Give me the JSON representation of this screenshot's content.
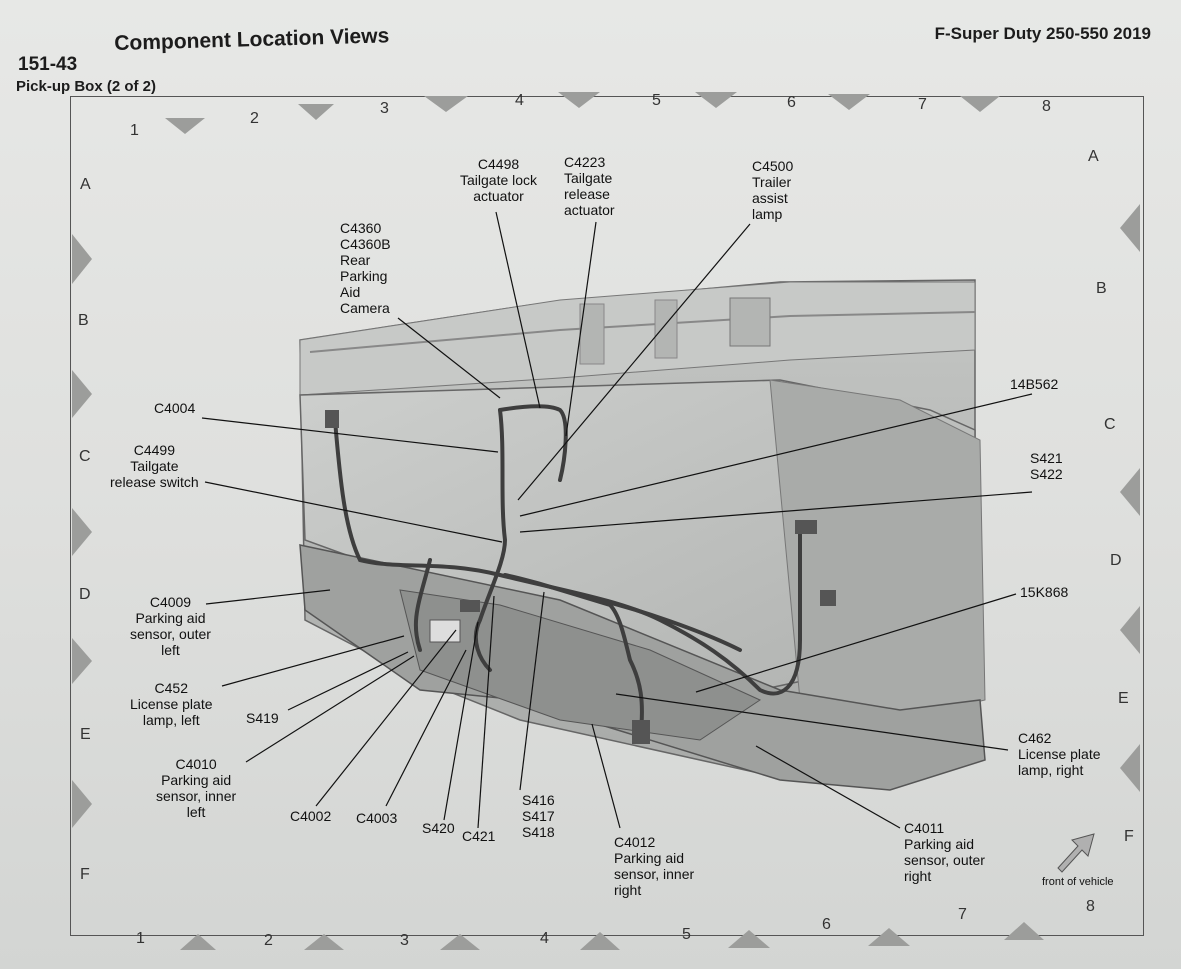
{
  "header": {
    "section_number": "151-43",
    "section_title": "Component Location Views",
    "vehicle": "F-Super Duty 250-550 2019",
    "subheading": "Pick-up Box (2 of 2)"
  },
  "grid": {
    "columns": [
      "1",
      "2",
      "3",
      "4",
      "5",
      "6",
      "7",
      "8"
    ],
    "rows": [
      "A",
      "B",
      "C",
      "D",
      "E",
      "F"
    ]
  },
  "callouts": {
    "c4498": [
      "C4498",
      "Tailgate lock",
      "actuator"
    ],
    "c4223": [
      "C4223",
      "Tailgate",
      "release",
      "actuator"
    ],
    "c4500": [
      "C4500",
      "Trailer",
      "assist",
      "lamp"
    ],
    "c4360": [
      "C4360",
      "C4360B",
      "Rear",
      "Parking",
      "Aid",
      "Camera"
    ],
    "c4004": [
      "C4004"
    ],
    "c4499": [
      "C4499",
      "Tailgate",
      "release switch"
    ],
    "p14b562": [
      "14B562"
    ],
    "s421": [
      "S421",
      "S422"
    ],
    "c4009": [
      "C4009",
      "Parking aid",
      "sensor, outer",
      "left"
    ],
    "p15k868": [
      "15K868"
    ],
    "c452": [
      "C452",
      "License plate",
      "lamp, left"
    ],
    "s419": [
      "S419"
    ],
    "c4010": [
      "C4010",
      "Parking aid",
      "sensor, inner",
      "left"
    ],
    "c4002": [
      "C4002"
    ],
    "c4003": [
      "C4003"
    ],
    "s420": [
      "S420"
    ],
    "c421": [
      "C421"
    ],
    "s416": [
      "S416",
      "S417",
      "S418"
    ],
    "c4012": [
      "C4012",
      "Parking aid",
      "sensor, inner",
      "right"
    ],
    "c462": [
      "C462",
      "License plate",
      "lamp, right"
    ],
    "c4011": [
      "C4011",
      "Parking aid",
      "sensor, outer",
      "right"
    ]
  },
  "front_of_vehicle": "front of vehicle",
  "colors": {
    "page": "#e2e3e1",
    "truck_body": "#b9bbb9",
    "harness": "#3e3e3e",
    "triangle": "#9c9d9b"
  }
}
